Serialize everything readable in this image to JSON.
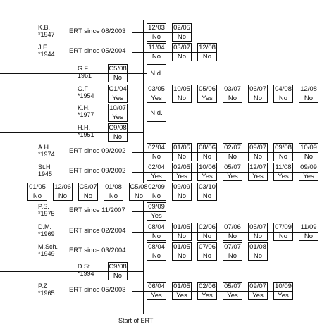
{
  "start_label": "Start of ERT",
  "rows": [
    {
      "patient": [
        "K.B.",
        "*1947"
      ],
      "ert": "ERT since 08/2003",
      "left_boxes": [],
      "right_boxes": [
        {
          "d": "12/03",
          "r": "No"
        },
        {
          "d": "02/05",
          "r": "No"
        }
      ]
    },
    {
      "patient": [
        "J.E.",
        "*1944"
      ],
      "ert": "ERT since 05/2004",
      "left_boxes": [],
      "right_boxes": [
        {
          "d": "11/04",
          "r": "No"
        },
        {
          "d": "03/07",
          "r": "No"
        },
        {
          "d": "12/08",
          "r": "No"
        }
      ]
    },
    {
      "patient": [
        "G.F.",
        "1961"
      ],
      "ert": "",
      "left_boxes": [
        {
          "d": "C5/08",
          "r": "No"
        }
      ],
      "right_boxes": [
        {
          "single": "N.d."
        }
      ]
    },
    {
      "patient": [
        "G.F",
        "*1954"
      ],
      "ert": "",
      "left_boxes": [
        {
          "d": "C1/04",
          "r": "Yes"
        }
      ],
      "right_boxes": [
        {
          "d": "03/05",
          "r": "Yes"
        },
        {
          "d": "10/05",
          "r": "No"
        },
        {
          "d": "05/06",
          "r": "Yes"
        },
        {
          "d": "03/07",
          "r": "No"
        },
        {
          "d": "06/07",
          "r": "No"
        },
        {
          "d": "04/08",
          "r": "No"
        },
        {
          "d": "12/08",
          "r": "No"
        }
      ]
    },
    {
      "patient": [
        "K.H.",
        "*1977"
      ],
      "ert": "",
      "left_boxes": [
        {
          "d": "10/07",
          "r": "Yes"
        }
      ],
      "right_boxes": [
        {
          "single": "N.d."
        }
      ]
    },
    {
      "patient": [
        "H.H.",
        "*1951"
      ],
      "ert": "",
      "left_boxes": [
        {
          "d": "C9/08",
          "r": "No"
        }
      ],
      "right_boxes": []
    },
    {
      "patient": [
        "A.H.",
        "*1974"
      ],
      "ert": "ERT since 09/2002",
      "left_boxes": [],
      "right_boxes": [
        {
          "d": "02/04",
          "r": "No"
        },
        {
          "d": "01/05",
          "r": "No"
        },
        {
          "d": "08/06",
          "r": "No"
        },
        {
          "d": "02/07",
          "r": "No"
        },
        {
          "d": "09/07",
          "r": "No"
        },
        {
          "d": "09/08",
          "r": "No"
        },
        {
          "d": "10/09",
          "r": "No"
        }
      ]
    },
    {
      "patient": [
        "St.H",
        "1945"
      ],
      "ert": "ERT since 09/2002",
      "left_boxes": [],
      "right_boxes": [
        {
          "d": "02/04",
          "r": "Yes"
        },
        {
          "d": "02/05",
          "r": "Yes"
        },
        {
          "d": "10/06",
          "r": "Yes"
        },
        {
          "d": "05/07",
          "r": "Yes"
        },
        {
          "d": "12/07",
          "r": "Yes"
        },
        {
          "d": "11/08",
          "r": "Yes"
        },
        {
          "d": "09/09",
          "r": "Yes"
        }
      ]
    },
    {
      "patient": [],
      "ert": "",
      "left_boxes": [
        {
          "d": "01/05",
          "r": "No"
        },
        {
          "d": "12/06",
          "r": "No"
        },
        {
          "d": "C5/07",
          "r": "No"
        },
        {
          "d": "01/08",
          "r": "No"
        },
        {
          "d": "C5/08",
          "r": "No"
        }
      ],
      "right_boxes": [
        {
          "d": "02/09",
          "r": "No"
        },
        {
          "d": "09/09",
          "r": "No"
        },
        {
          "d": "03/10",
          "r": "No"
        }
      ]
    },
    {
      "patient": [
        "P.S.",
        "*1975"
      ],
      "ert": "ERT since 11/2007",
      "left_boxes": [],
      "right_boxes": [
        {
          "d": "09/09",
          "r": "Yes"
        }
      ]
    },
    {
      "patient": [
        "D.M.",
        "*1969"
      ],
      "ert": "ERT since 02/2004",
      "left_boxes": [],
      "right_boxes": [
        {
          "d": "08/04",
          "r": "No"
        },
        {
          "d": "01/05",
          "r": "No"
        },
        {
          "d": "02/06",
          "r": "No"
        },
        {
          "d": "07/06",
          "r": "No"
        },
        {
          "d": "05/07",
          "r": "No"
        },
        {
          "d": "07/09",
          "r": "No"
        },
        {
          "d": "11/09",
          "r": "No"
        }
      ]
    },
    {
      "patient": [
        "M.Sch.",
        "*1949"
      ],
      "ert": "ERT since 03/2004",
      "left_boxes": [],
      "right_boxes": [
        {
          "d": "08/04",
          "r": "No"
        },
        {
          "d": "01/05",
          "r": "No"
        },
        {
          "d": "07/06",
          "r": "No"
        },
        {
          "d": "07/07",
          "r": "No"
        },
        {
          "d": "01/08",
          "r": "No"
        }
      ]
    },
    {
      "patient": [
        "D.St.",
        "*1994"
      ],
      "ert": "",
      "left_boxes": [
        {
          "d": "C9/08",
          "r": "No"
        }
      ],
      "right_boxes": []
    },
    {
      "patient": [
        "P.Z",
        "*1965"
      ],
      "ert": "ERT since 05/2003",
      "left_boxes": [],
      "right_boxes": [
        {
          "d": "06/04",
          "r": "Yes"
        },
        {
          "d": "01/05",
          "r": "Yes"
        },
        {
          "d": "02/06",
          "r": "Yes"
        },
        {
          "d": "05/07",
          "r": "Yes"
        },
        {
          "d": "09/07",
          "r": "Yes"
        },
        {
          "d": "10/09",
          "r": "Yes"
        }
      ]
    }
  ]
}
